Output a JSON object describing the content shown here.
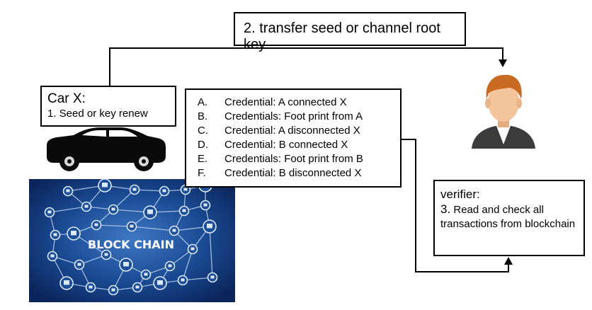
{
  "transfer": {
    "label": "2. transfer seed or channel root key"
  },
  "car": {
    "title": "Car X:",
    "step": "1. Seed or key renew"
  },
  "credentials": {
    "items": [
      {
        "letter": "A.",
        "text": "Credential: A connected X"
      },
      {
        "letter": "B.",
        "text": "Credentials: Foot print from A"
      },
      {
        "letter": "C.",
        "text": "Credential: A disconnected X"
      },
      {
        "letter": "D.",
        "text": "Credential: B connected X"
      },
      {
        "letter": "E.",
        "text": "Credentials: Foot print from B"
      },
      {
        "letter": "F.",
        "text": "Credential: B disconnected X"
      }
    ]
  },
  "verifier": {
    "title": "verifier:",
    "step_number": "3.",
    "step_text": "Read and check all transactions from blockchain"
  },
  "blockchain": {
    "label": "BLOCK CHAIN"
  },
  "colors": {
    "line": "#000000",
    "blockchain_bg": "#0e2f6b",
    "blockchain_glow": "#3f78c4",
    "node": "#dbe8f6",
    "skin": "#f4c59c",
    "hair": "#c86a22",
    "suit": "#3c3c3c"
  },
  "icons": [
    "car-icon",
    "person-avatar-icon",
    "blockchain-network-icon"
  ]
}
